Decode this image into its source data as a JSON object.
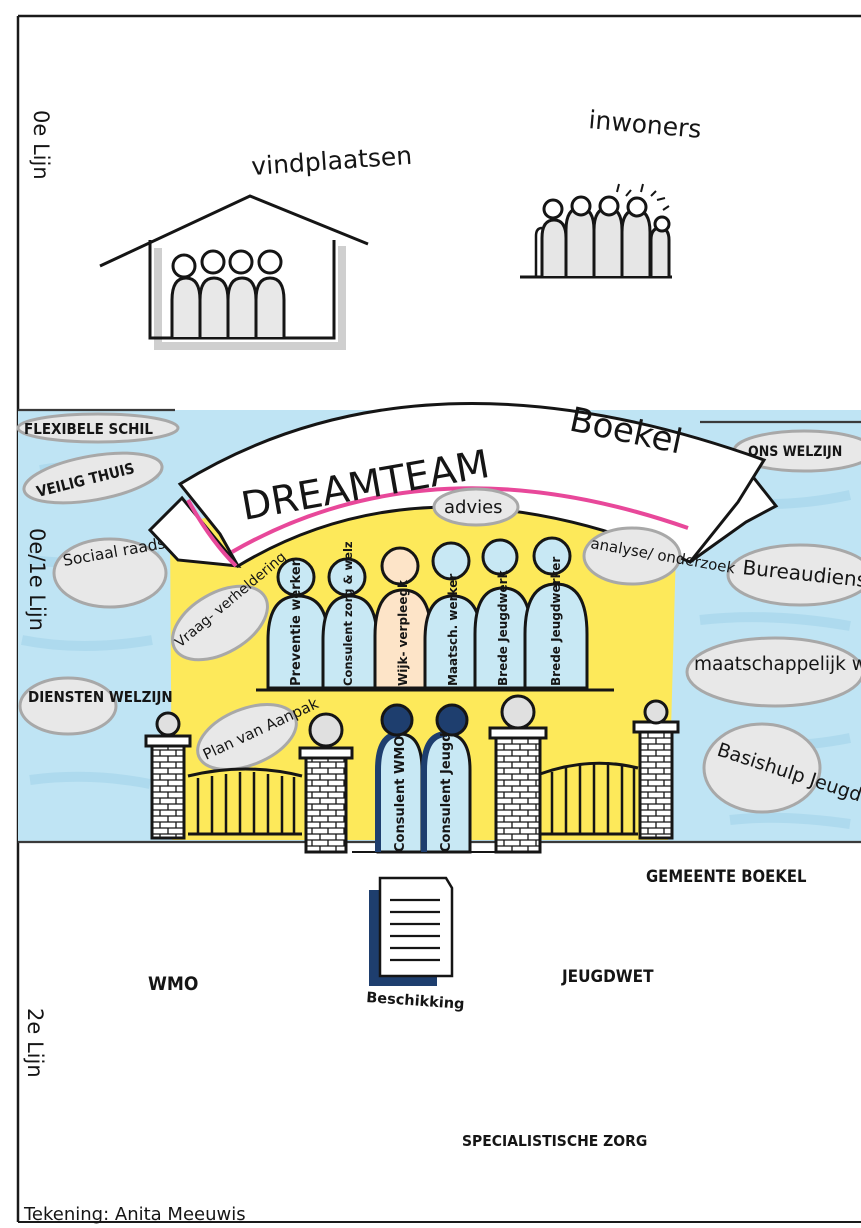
{
  "zones": {
    "zero_line": "0e Lijn",
    "first_line": "0e/1e Lijn",
    "second_line": "2e Lijn"
  },
  "top": {
    "vindplaatsen": "vindplaatsen",
    "inwoners": "inwoners"
  },
  "banner": {
    "title_part1": "DREAMTEAM",
    "title_part2": "Boekel"
  },
  "left_partners": [
    "FLEXIBELE SCHIL",
    "VEILIG THUIS",
    "Sociaal raadslieden",
    "DIENSTEN WELZIJN"
  ],
  "right_partners": [
    "ONS WELZIJN",
    "Bureaudienst",
    "maatschappelijk werk",
    "Basishulp Jeugd"
  ],
  "inner_labels": {
    "advies": "advies",
    "analyse": "analyse/ onderzoek",
    "vraag": "Vraag- verheldering",
    "plan": "Plan van Aanpak"
  },
  "team_top": [
    "Preventie werker",
    "Consulent zorg & welz",
    "Wijk- verpleegk",
    "Maatsch. werker",
    "Brede Jeugdwerk",
    "Brede Jeugdwerker"
  ],
  "team_bottom": [
    "Consulent WMO",
    "Consulent Jeugd"
  ],
  "gemeente": "GEMEENTE BOEKEL",
  "wmo": "WMO",
  "jeugdwet": "JEUGDWET",
  "beschikking": "Beschikking",
  "specialistische": "SPECIALISTISCHE ZORG",
  "credit": "Tekening: Anita Meeuwis",
  "colors": {
    "water": "#bfe4f4",
    "yellow": "#fde95a",
    "figure_blue": "#c8e8f4",
    "figure_peach": "#fde4c8",
    "figure_dark": "#1e3e6e",
    "pink": "#e8489a",
    "outline": "#151515"
  }
}
